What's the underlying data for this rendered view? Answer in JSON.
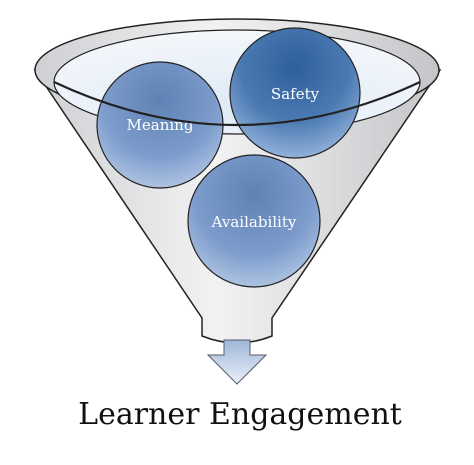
{
  "diagram": {
    "factors": [
      {
        "label": "Meaning"
      },
      {
        "label": "Safety"
      },
      {
        "label": "Availability"
      }
    ],
    "outcome": "Learner Engagement",
    "colors": {
      "ball_dark": "#3f6fa8",
      "ball_light": "#8fb3dc",
      "funnel_fill": "#e6e7e9",
      "funnel_stroke": "#222222",
      "arrow_fill": "#c9d8ec"
    }
  }
}
